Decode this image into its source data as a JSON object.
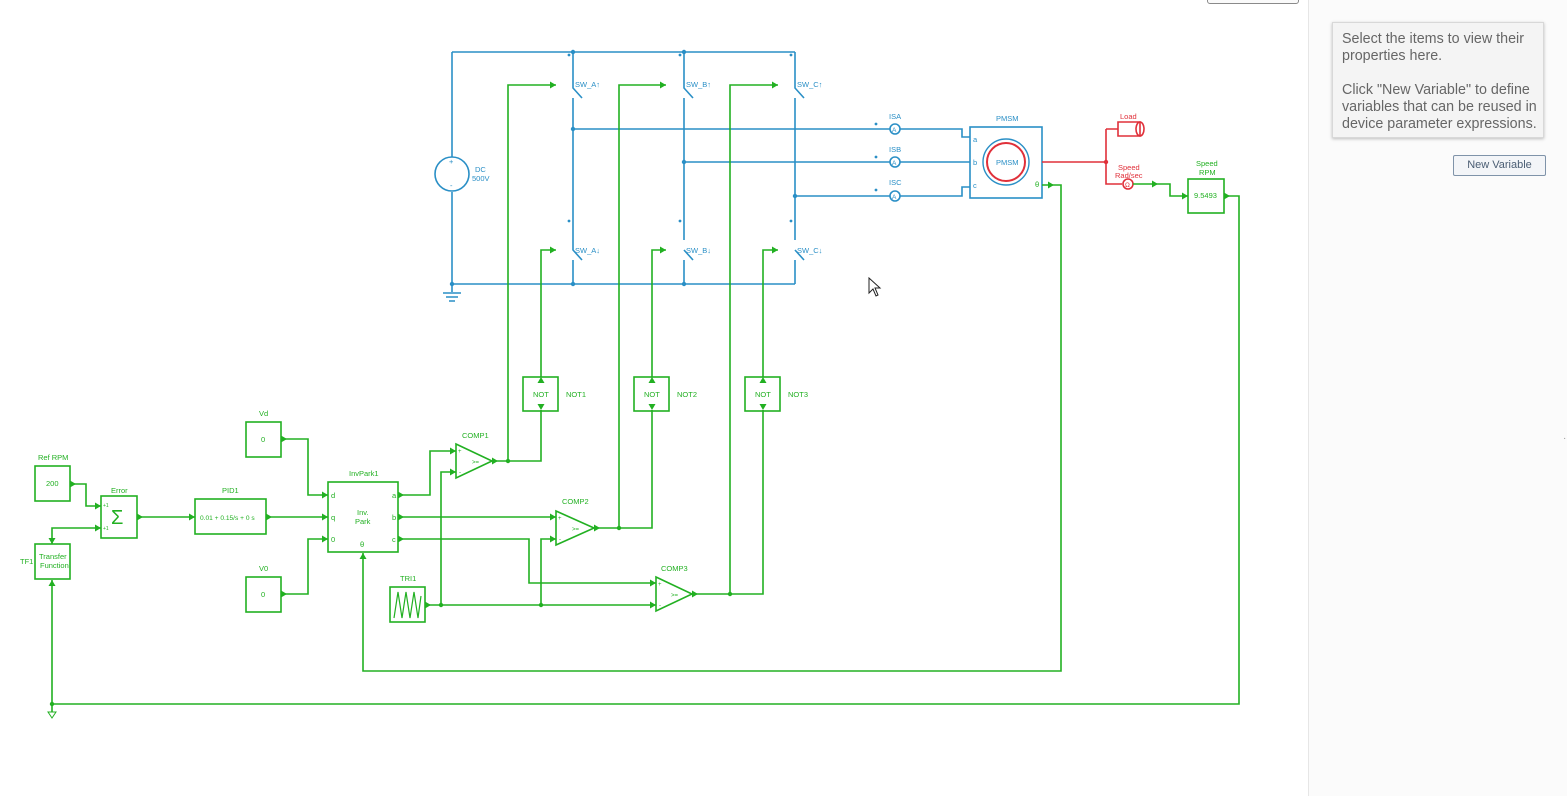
{
  "inspector": {
    "hint_line1": "Select the items to view their properties here.",
    "hint_line2": "Click \"New Variable\" to define variables that can be reused in device parameter expressions.",
    "new_variable_label": "New Variable"
  },
  "blocks": {
    "ref_rpm": {
      "label": "Ref RPM",
      "value": "200"
    },
    "error": {
      "label": "Error",
      "symbol": "Σ",
      "in1": "+1",
      "in2": "+1"
    },
    "pid": {
      "label": "PID1",
      "value": "0.01 + 0.15/s + 0 s"
    },
    "tf": {
      "label": "TF1",
      "line1": "Transfer",
      "line2": "Function"
    },
    "vd": {
      "label": "Vd",
      "value": "0"
    },
    "v0": {
      "label": "V0",
      "value": "0"
    },
    "invpark": {
      "label": "InvPark1",
      "line1": "Inv.",
      "line2": "Park",
      "port_d": "d",
      "port_q": "q",
      "port_0": "0",
      "port_a": "a",
      "port_b": "b",
      "port_c": "c",
      "port_theta": "θ"
    },
    "tri": {
      "label": "TRI1"
    },
    "comp1": {
      "label": "COMP1",
      "op": ">=",
      "plus": "+",
      "minus": "-"
    },
    "comp2": {
      "label": "COMP2",
      "op": ">=",
      "plus": "+",
      "minus": "-"
    },
    "comp3": {
      "label": "COMP3",
      "op": ">=",
      "plus": "+",
      "minus": "-"
    },
    "not1": {
      "label": "NOT1",
      "text": "NOT"
    },
    "not2": {
      "label": "NOT2",
      "text": "NOT"
    },
    "not3": {
      "label": "NOT3",
      "text": "NOT"
    },
    "dc": {
      "label_line1": "DC",
      "label_line2": "500V",
      "plus": "+",
      "minus": "-"
    },
    "sw_a_up": "SW_A↑",
    "sw_b_up": "SW_B↑",
    "sw_c_up": "SW_C↑",
    "sw_a_dn": "SW_A↓",
    "sw_b_dn": "SW_B↓",
    "sw_c_dn": "SW_C↓",
    "isa": {
      "label": "ISA",
      "symbol": "A"
    },
    "isb": {
      "label": "ISB",
      "symbol": "A"
    },
    "isc": {
      "label": "ISC",
      "symbol": "A"
    },
    "pmsm": {
      "label": "PMSM",
      "inner": "PMSM",
      "port_a": "a",
      "port_b": "b",
      "port_c": "c",
      "port_theta": "θ"
    },
    "load": {
      "label": "Load"
    },
    "speed_sensor": {
      "line1": "Speed",
      "line2": "Rad/sec",
      "symbol": "Ω"
    },
    "speed_rpm": {
      "line1": "Speed",
      "line2": "RPM",
      "value": "9.5493"
    }
  },
  "colors": {
    "control_wire": "#22b022",
    "power_wire": "#2a8fc6",
    "mechanical_wire": "#e0303a",
    "button_border": "#7f93a9"
  }
}
